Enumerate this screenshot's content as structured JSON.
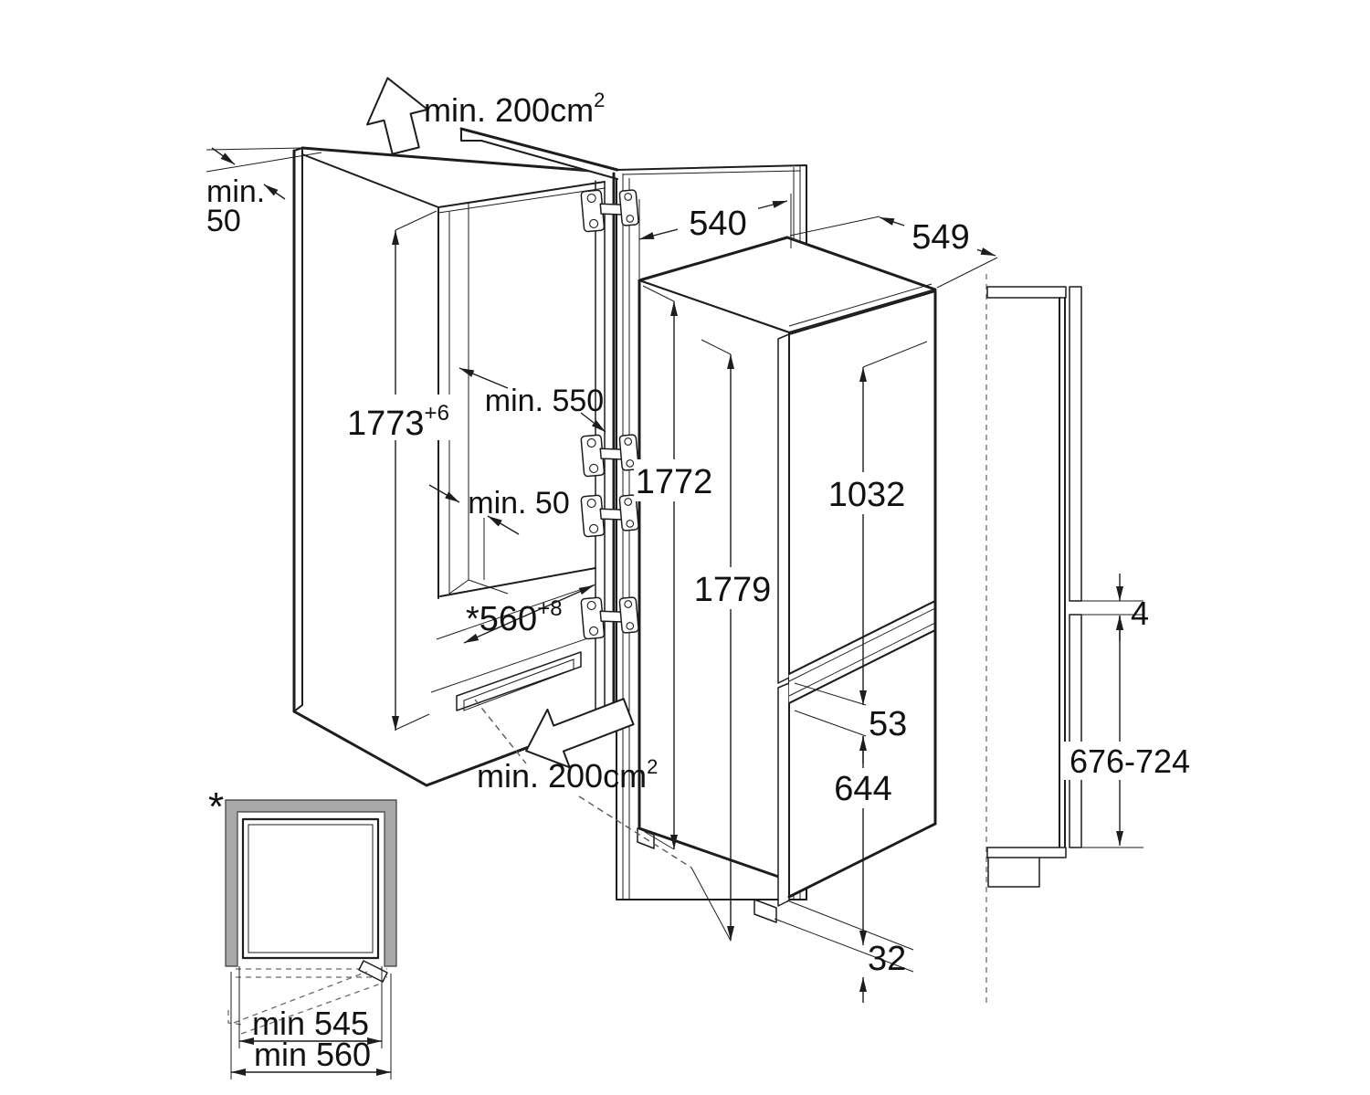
{
  "diagram": {
    "title": "Built-in fridge-freezer installation dimensions drawing",
    "colors": {
      "line": "#1d1d1d",
      "dashed": "#5a5a5a",
      "wall_gray": "#a8a8a8",
      "background": "#ffffff"
    },
    "labels": {
      "top_vent_main": "min. 200cm",
      "top_vent_sup": "2",
      "top_clearance_l1": "min.",
      "top_clearance_l2": "50",
      "niche_height_main": "1773",
      "niche_height_sup": "+6",
      "niche_depth": "min. 550",
      "rear_gap": "min. 50",
      "niche_width_main": "*560",
      "niche_width_sup": "+8",
      "bottom_vent_main": "min. 200cm",
      "bottom_vent_sup": "2",
      "door_width": "540",
      "appliance_depth": "549",
      "appliance_height": "1772",
      "total_height": "1779",
      "upper_door_height": "1032",
      "door_gap": "53",
      "lower_door_height": "644",
      "panel_gap": "4",
      "lower_panel_height": "676-724",
      "bottom_clearance": "32",
      "inset_inner_width": "min 545",
      "inset_outer_width": "min 560",
      "inset_marker": "*"
    }
  }
}
